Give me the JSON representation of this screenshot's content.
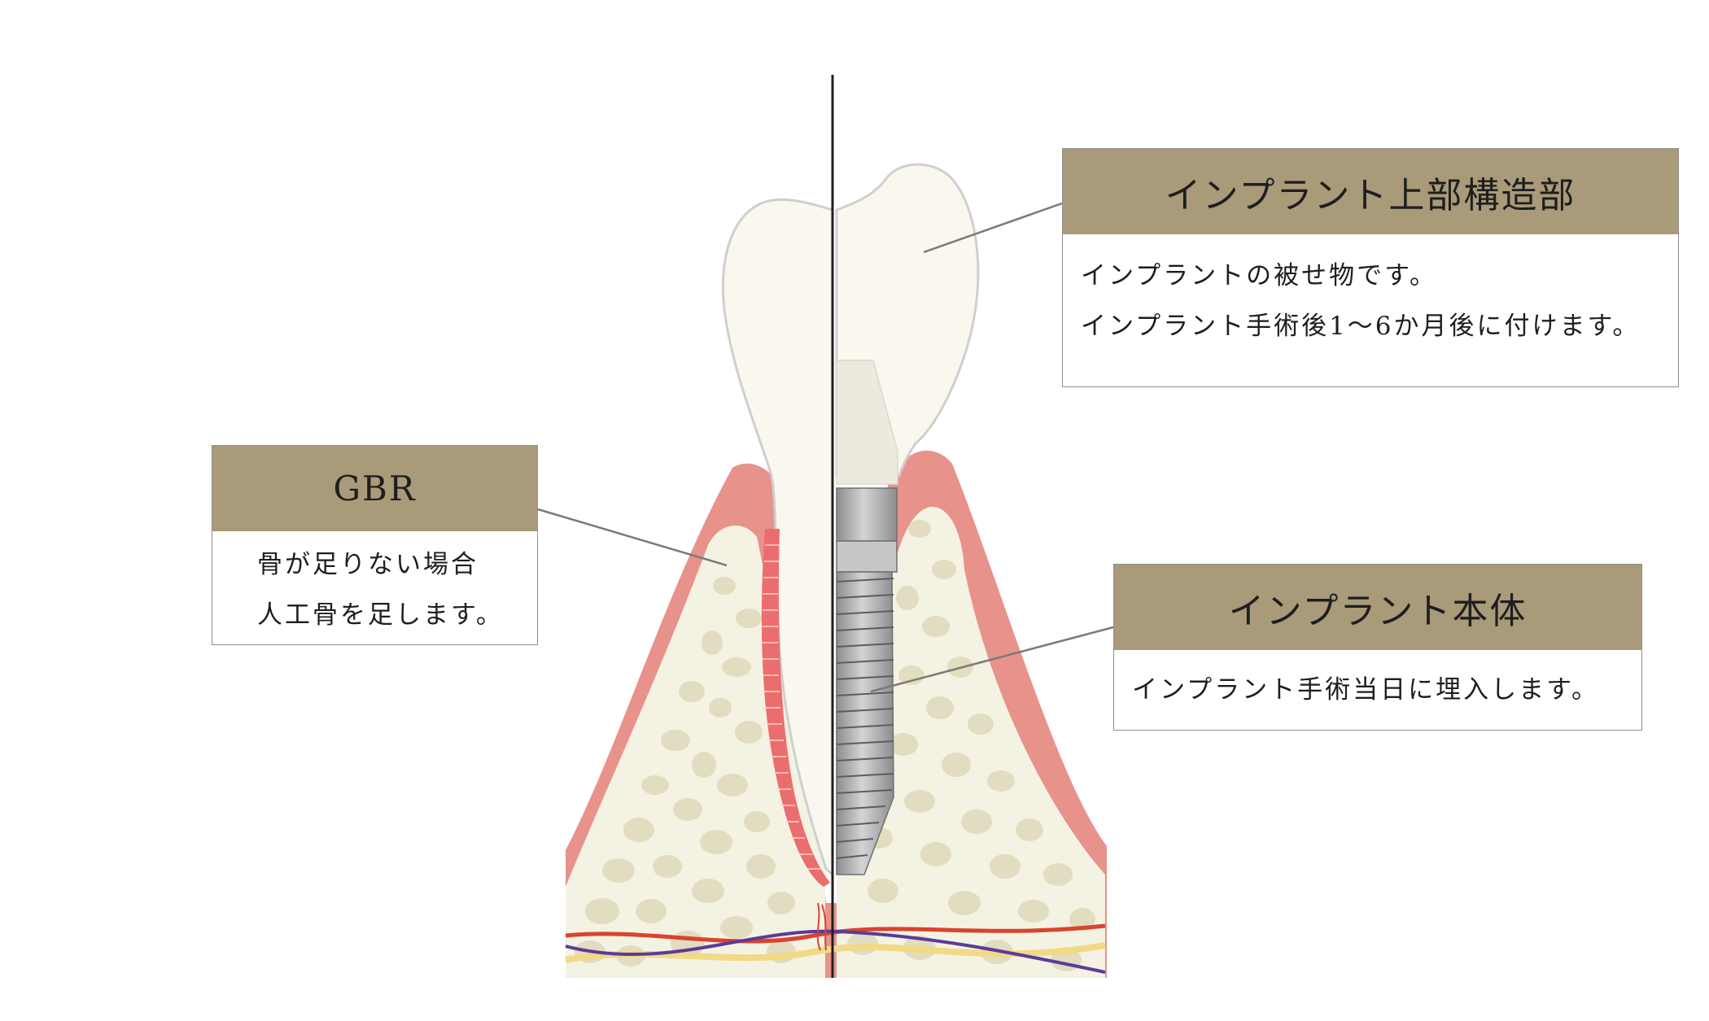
{
  "labels": {
    "gbr": {
      "title": "GBR",
      "lines": [
        "骨が足りない場合",
        "人工骨を足します。"
      ]
    },
    "crown": {
      "title": "インプラント上部構造部",
      "lines": [
        "インプラントの被せ物です。",
        "インプラント手術後1～6か月後に付けます。"
      ]
    },
    "fixture": {
      "title": "インプラント本体",
      "lines": [
        "インプラント手術当日に埋入します。"
      ]
    }
  },
  "colors": {
    "title_band": "#a99a79",
    "gum": "#e8928c",
    "bone": "#f4f2e3",
    "bone_cell": "#e2dcc0",
    "tooth": "#faf8ee",
    "graft": "#ec6d6d",
    "artery": "#d9432f",
    "vein": "#5b3b98",
    "nerve": "#f2d985",
    "implant_metal": "#b8b8bb"
  }
}
